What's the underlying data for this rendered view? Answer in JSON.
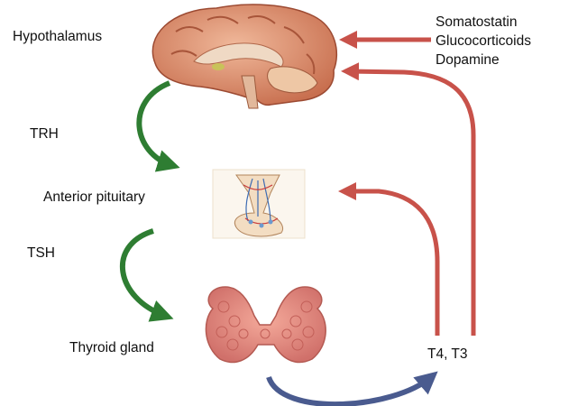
{
  "labels": {
    "hypothalamus": "Hypothalamus",
    "trh": "TRH",
    "anterior_pituitary": "Anterior pituitary",
    "tsh": "TSH",
    "thyroid_gland": "Thyroid gland",
    "t4_t3": "T4, T3"
  },
  "inhibitors": [
    "Somatostatin",
    "Glucocorticoids",
    "Dopamine"
  ],
  "colors": {
    "stimulation_arrow": "#2e7d32",
    "feedback_arrow": "#c8524a",
    "secretion_arrow": "#4a5b8f",
    "brain": "#d98b6a",
    "thyroid": "#e08a7a"
  },
  "icons": {
    "brain": "brain-icon",
    "pituitary": "pituitary-icon",
    "thyroid": "thyroid-icon"
  }
}
